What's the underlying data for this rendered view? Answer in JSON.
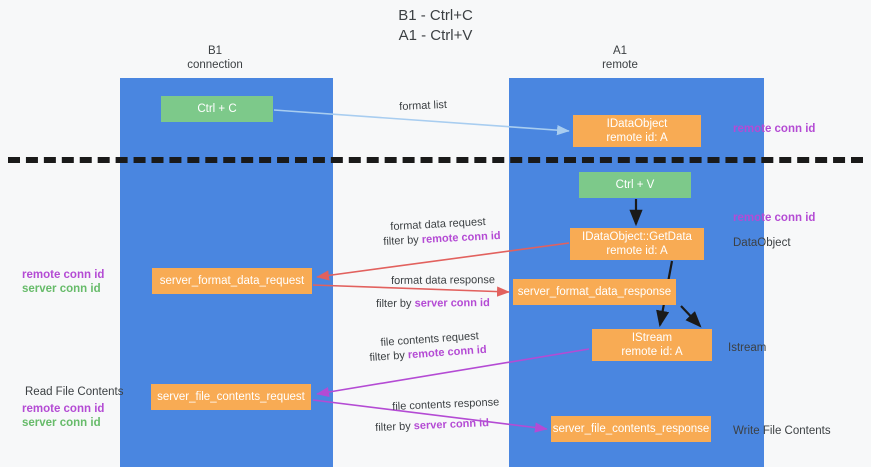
{
  "title": "B1 - Ctrl+C\nA1 - Ctrl+V",
  "title_line1": "B1 - Ctrl+C",
  "title_line2": "A1 - Ctrl+V",
  "lanes": [
    {
      "id": "b1",
      "name": "B1",
      "subtitle": "connection",
      "color": "#4a86e0"
    },
    {
      "id": "a1",
      "name": "A1",
      "subtitle": "remote",
      "color": "#4a86e0"
    }
  ],
  "colors": {
    "lane": "#4a86e0",
    "green_node": "#7dc98a",
    "orange_node": "#f8ab54",
    "purple_text": "#b44bd4",
    "green_text": "#67bb6a",
    "divider": "#1a1a1a",
    "arrow_blue": "#a8cdf0",
    "arrow_red": "#e2615e",
    "arrow_purple": "#b44bd4",
    "arrow_black": "#1a1a1a",
    "background": "#f7f8f9"
  },
  "nodes": {
    "ctrl_c": {
      "label": "Ctrl + C",
      "style": "green"
    },
    "idataobject": {
      "line1": "IDataObject",
      "line2": "remote id: A",
      "style": "orange"
    },
    "ctrl_v": {
      "label": "Ctrl + V",
      "style": "green"
    },
    "getdata": {
      "line1": "IDataObject::GetData",
      "line2": "remote id: A",
      "style": "orange"
    },
    "server_format_data_request": {
      "label": "server_format_data_request",
      "style": "orange"
    },
    "server_format_data_response": {
      "label": "server_format_data_response",
      "style": "orange"
    },
    "istream": {
      "line1": "IStream",
      "line2": "remote id: A",
      "style": "orange"
    },
    "server_file_contents_request": {
      "label": "server_file_contents_request",
      "style": "orange"
    },
    "server_file_contents_response": {
      "label": "server_file_contents_response",
      "style": "orange"
    }
  },
  "annotations": {
    "right": {
      "remote_conn_id_top": "remote conn id",
      "remote_conn_id_mid": "remote conn id",
      "dataobject": "DataObject",
      "istream": "Istream",
      "write_file_contents": "Write File Contents"
    },
    "left": {
      "legend_remote": "remote conn id",
      "legend_server": "server conn id",
      "read_file_contents": "Read File Contents",
      "legend_remote2": "remote conn id",
      "legend_server2": "server conn id"
    }
  },
  "edges": [
    {
      "id": "format-list",
      "label": "format list",
      "from": "ctrl_c",
      "to": "idataobject",
      "color": "#a8cdf0"
    },
    {
      "id": "format-data-request",
      "label_line1": "format data request",
      "label_line2_prefix": "filter by ",
      "label_line2_highlight": "remote conn id",
      "from": "getdata",
      "to": "server_format_data_request",
      "color": "#e2615e"
    },
    {
      "id": "format-data-response",
      "label_line1": "format data response",
      "label_line2_prefix": "filter by ",
      "label_line2_highlight": "server conn id",
      "from": "server_format_data_request",
      "to": "server_format_data_response",
      "color": "#e2615e"
    },
    {
      "id": "file-contents-request",
      "label_line1": "file contents request",
      "label_line2_prefix": "filter by ",
      "label_line2_highlight": "remote conn id",
      "from": "istream",
      "to": "server_file_contents_request",
      "color": "#b44bd4"
    },
    {
      "id": "file-contents-response",
      "label_line1": "file contents response",
      "label_line2_prefix": "filter by ",
      "label_line2_highlight": "server conn id",
      "from": "server_file_contents_request",
      "to": "server_file_contents_response",
      "color": "#b44bd4"
    },
    {
      "id": "ctrlv-to-getdata",
      "label": "",
      "from": "ctrl_v",
      "to": "getdata",
      "color": "#1a1a1a"
    },
    {
      "id": "getdata-to-istream",
      "label": "",
      "from": "getdata",
      "to": "istream",
      "color": "#1a1a1a"
    },
    {
      "id": "sfdresp-to-istream",
      "label": "",
      "from": "server_format_data_response",
      "to": "istream",
      "color": "#1a1a1a"
    }
  ]
}
